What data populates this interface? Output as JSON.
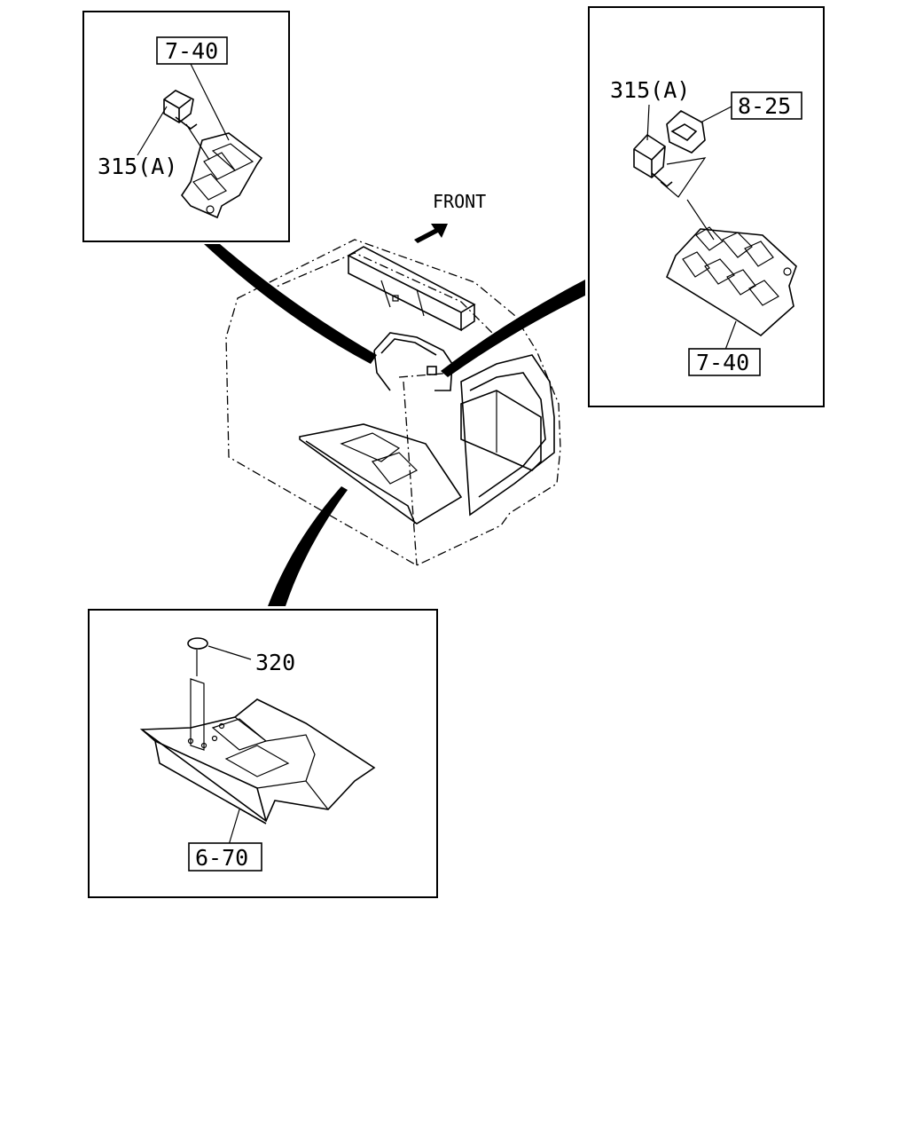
{
  "diagram": {
    "front_label": "FRONT",
    "panel_top_left": {
      "ref_box_label": "7-40",
      "part_label": "315(A)"
    },
    "panel_top_right": {
      "part_label": "315(A)",
      "ref_box_upper_label": "8-25",
      "ref_box_lower_label": "7-40"
    },
    "panel_bottom": {
      "part_label": "320",
      "ref_box_label": "6-70"
    }
  }
}
